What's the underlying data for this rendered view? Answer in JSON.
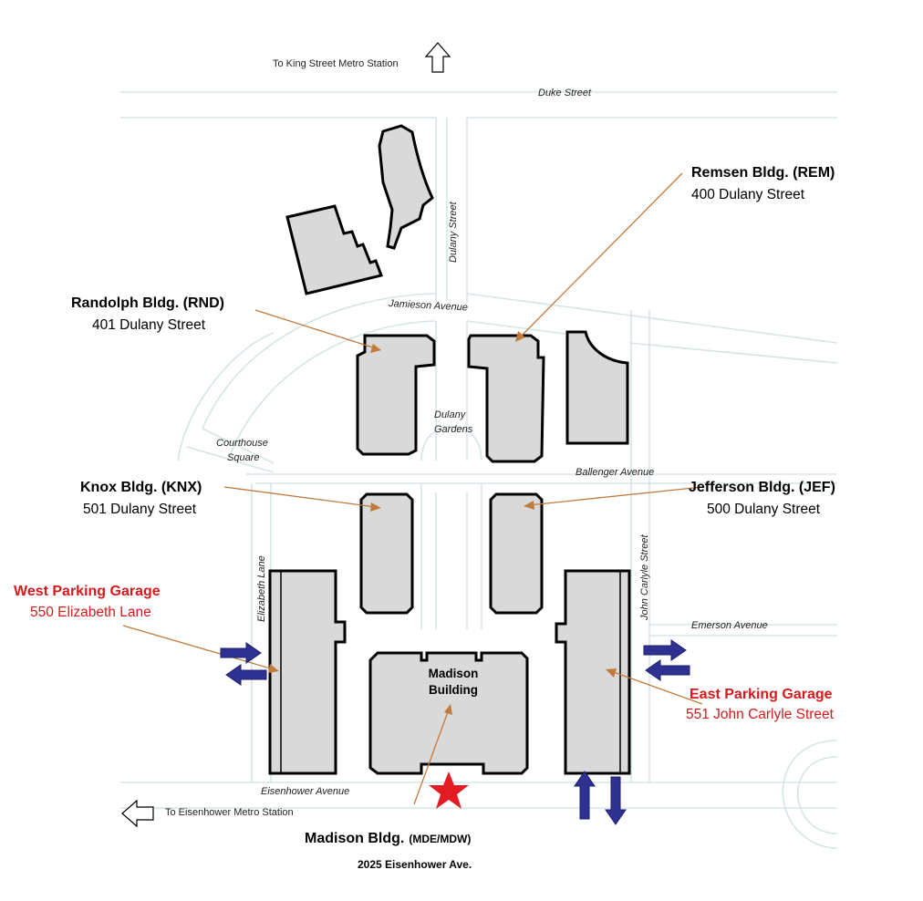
{
  "colors": {
    "building_fill": "#d9d9d9",
    "building_outline": "#000000",
    "street_lines": "#d5e5e7",
    "leader_lines": "#c07a3c",
    "parking_label": "#d7191c",
    "traffic_arrows": "#2e3192",
    "star": "#e31b23"
  },
  "directions": {
    "north": "To King Street Metro Station",
    "west": "To Eisenhower Metro Station"
  },
  "streets": {
    "duke": "Duke Street",
    "dulany": "Dulany Street",
    "jamieson": "Jamieson Avenue",
    "dulany_gardens_1": "Dulany",
    "dulany_gardens_2": "Gardens",
    "courthouse_1": "Courthouse",
    "courthouse_2": "Square",
    "ballenger": "Ballenger Avenue",
    "elizabeth": "Elizabeth Lane",
    "john_carlyle": "John Carlyle Street",
    "emerson": "Emerson Avenue",
    "eisenhower": "Eisenhower Avenue"
  },
  "buildings": {
    "remsen": {
      "name": "Remsen Bldg. (REM)",
      "address": "400 Dulany Street"
    },
    "randolph": {
      "name": "Randolph Bldg. (RND)",
      "address": "401 Dulany Street"
    },
    "knox": {
      "name": "Knox Bldg. (KNX)",
      "address": "501 Dulany Street"
    },
    "jefferson": {
      "name": "Jefferson Bldg. (JEF)",
      "address": "500 Dulany Street"
    },
    "west_garage": {
      "name": "West Parking Garage",
      "address": "550 Elizabeth Lane"
    },
    "east_garage": {
      "name": "East Parking Garage",
      "address": "551 John Carlyle Street"
    },
    "madison_inner_1": "Madison",
    "madison_inner_2": "Building",
    "madison": {
      "name": "Madison Bldg.",
      "code": "(MDE/MDW)",
      "address": "2025 Eisenhower Ave."
    }
  },
  "icons": {
    "north_arrow": "outline-arrow-up-icon",
    "west_arrow": "outline-arrow-left-icon",
    "entrance": "star-icon",
    "traffic": "block-arrow-icon"
  }
}
